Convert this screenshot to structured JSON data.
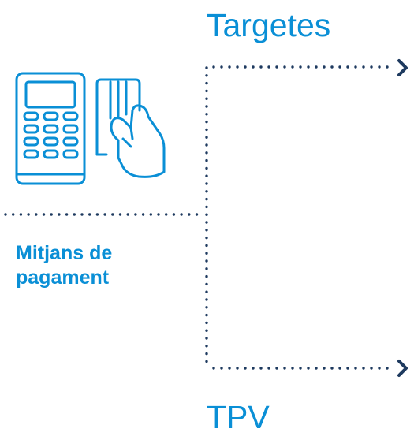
{
  "colors": {
    "accent": "#0a8fd6",
    "connector": "#1e3a5f"
  },
  "category": {
    "label_line1": "Mitjans de",
    "label_line2": "pagament",
    "icon": "card-payment-terminal-icon"
  },
  "branches": {
    "top_label": "Targetes",
    "bottom_label": "TPV"
  }
}
